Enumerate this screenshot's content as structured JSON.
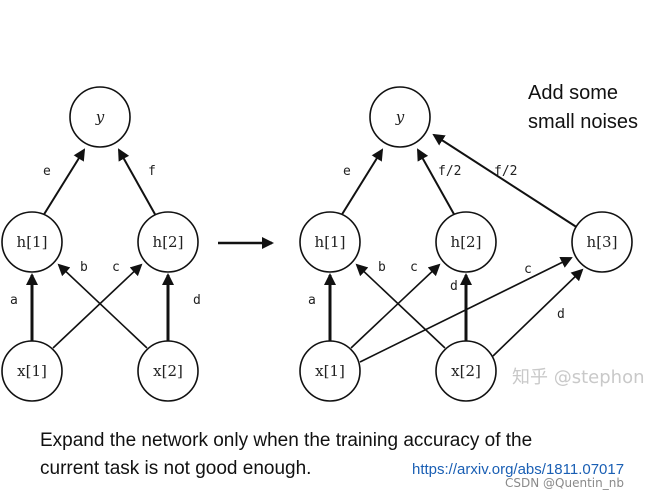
{
  "left_network": {
    "nodes": {
      "y": "y",
      "h1": "h[1]",
      "h2": "h[2]",
      "x1": "x[1]",
      "x2": "x[2]"
    },
    "edges": {
      "e": "e",
      "f": "f",
      "a": "a",
      "b": "b",
      "c": "c",
      "d": "d"
    }
  },
  "right_network": {
    "nodes": {
      "y": "y",
      "h1": "h[1]",
      "h2": "h[2]",
      "h3": "h[3]",
      "x1": "x[1]",
      "x2": "x[2]"
    },
    "edges": {
      "e": "e",
      "f_half_1": "f/2",
      "f_half_2": "f/2",
      "a": "a",
      "b": "b",
      "c1": "c",
      "c2": "c",
      "d1": "d",
      "d2": "d"
    }
  },
  "note": {
    "line1": "Add some",
    "line2": "small noises"
  },
  "caption": {
    "line1": "Expand the network only when the training accuracy of the",
    "line2": "current task is not good enough."
  },
  "link": "https://arxiv.org/abs/1811.07017",
  "watermark": {
    "zhihu": "知乎 @stephon",
    "csdn": "CSDN @Quentin_nb"
  }
}
